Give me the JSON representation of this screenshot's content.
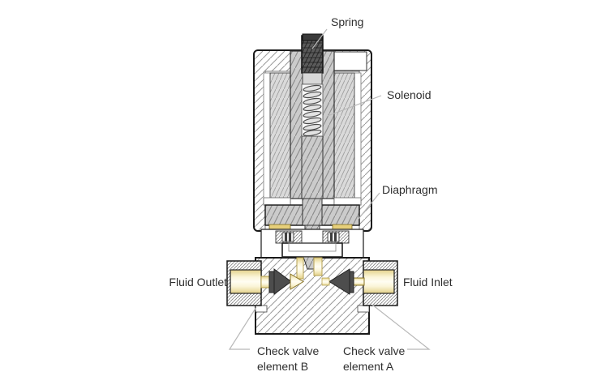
{
  "diagram": {
    "type": "solenoid-valve-cross-section",
    "labels": {
      "spring": "Spring",
      "solenoid": "Solenoid",
      "diaphragm": "Diaphragm",
      "fluid_outlet": "Fluid Outlet",
      "fluid_inlet": "Fluid Inlet",
      "check_valve_b": {
        "line1": "Check valve",
        "line2": "element B"
      },
      "check_valve_a": {
        "line1": "Check valve",
        "line2": "element A"
      }
    },
    "colors": {
      "background": "#ffffff",
      "outline": "#1a1a1a",
      "brass": "#e3d189",
      "metal_gray": "#cbcbcb",
      "dark_component": "#4d4d4d",
      "stud_dark": "#5a5a5a",
      "seal_yellow": "#e6cf7a",
      "leader_line": "#b8b8b8",
      "label_text": "#2e2e2e"
    }
  }
}
